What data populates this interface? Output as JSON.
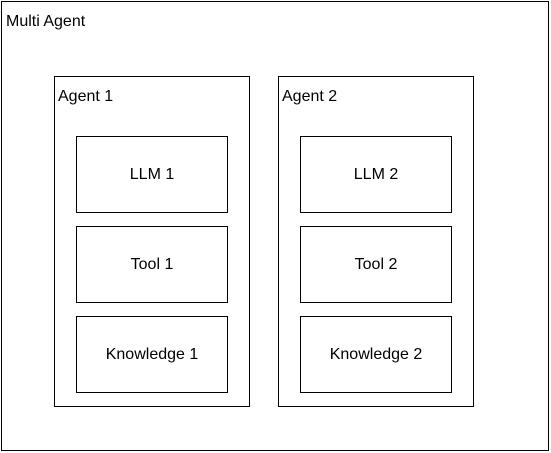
{
  "diagram": {
    "title": "Multi Agent",
    "agents": [
      {
        "label": "Agent 1",
        "components": [
          "LLM 1",
          "Tool 1",
          "Knowledge 1"
        ]
      },
      {
        "label": "Agent 2",
        "components": [
          "LLM 2",
          "Tool 2",
          "Knowledge 2"
        ]
      }
    ]
  }
}
